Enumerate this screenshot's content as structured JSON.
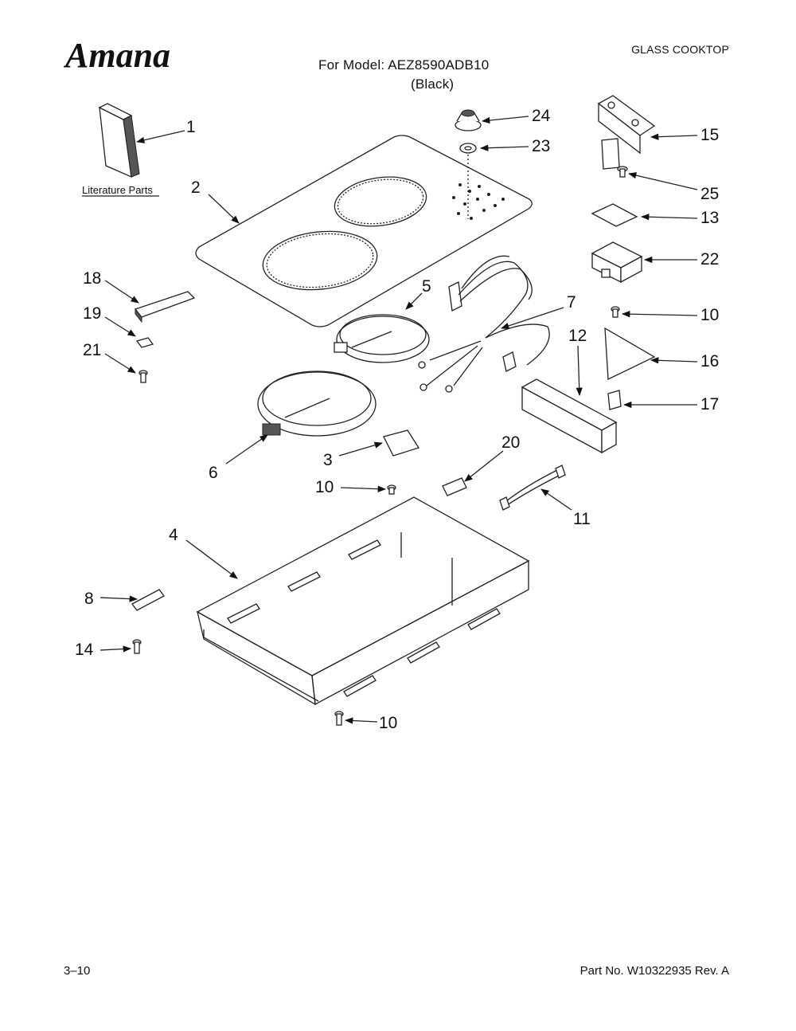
{
  "header": {
    "brand": "Amana",
    "model_line": "For Model: AEZ8590ADB10",
    "variant": "(Black)",
    "category": "GLASS COOKTOP"
  },
  "literature_label": "Literature Parts",
  "callouts": {
    "c1": "1",
    "c2": "2",
    "c3": "3",
    "c4": "4",
    "c5": "5",
    "c6": "6",
    "c7": "7",
    "c8": "8",
    "c10a": "10",
    "c10b": "10",
    "c10c": "10",
    "c11": "11",
    "c12": "12",
    "c13": "13",
    "c14": "14",
    "c15": "15",
    "c16": "16",
    "c17": "17",
    "c18": "18",
    "c19": "19",
    "c20": "20",
    "c21": "21",
    "c22": "22",
    "c23": "23",
    "c24": "24",
    "c25": "25"
  },
  "footer": {
    "page": "3–10",
    "part_number": "Part No. W10322935 Rev. A"
  }
}
